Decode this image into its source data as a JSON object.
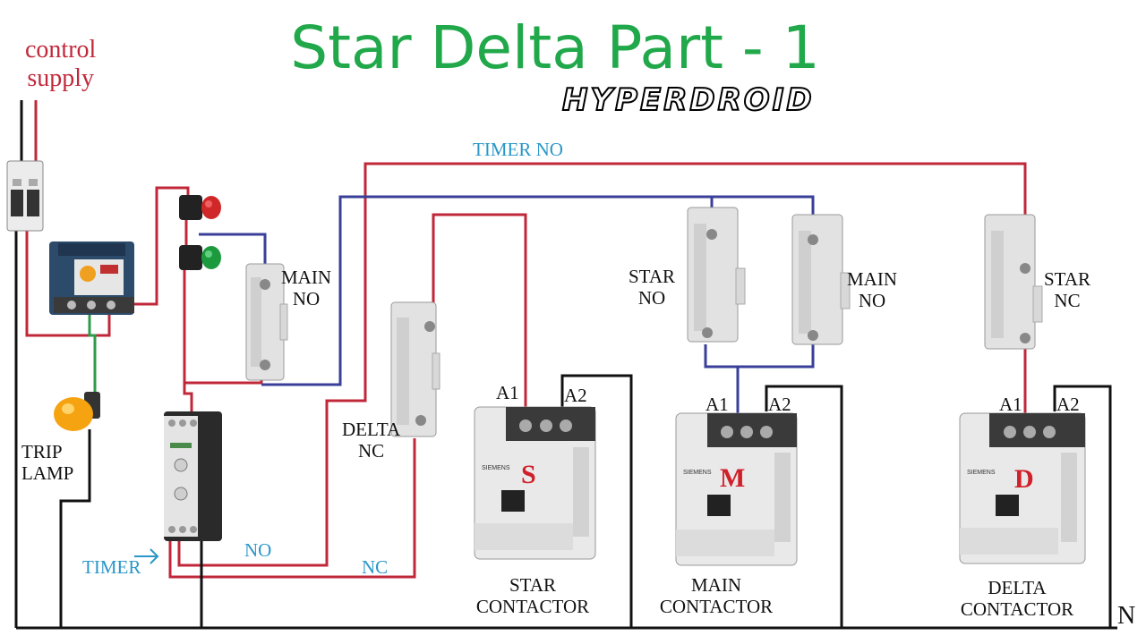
{
  "title": "Star Delta Part - 1",
  "brand": "HYPERDROID",
  "control_supply": {
    "line1": "control",
    "line2": "supply"
  },
  "labels": {
    "timer_no_top": "TIMER NO",
    "main_no_left": [
      "MAIN",
      "NO"
    ],
    "star_no": [
      "STAR",
      "NO"
    ],
    "main_no_right": [
      "MAIN",
      "NO"
    ],
    "star_nc": [
      "STAR",
      "NC"
    ],
    "delta_nc": [
      "DELTA",
      "NC"
    ],
    "trip_lamp": [
      "TRIP",
      "LAMP"
    ],
    "timer": "TIMER",
    "no_bottom": "NO",
    "nc_bottom": "NC",
    "neutral": "N"
  },
  "contactors": [
    {
      "letter": "S",
      "name": [
        "STAR",
        "CONTACTOR"
      ],
      "a1": "A1",
      "a2": "A2",
      "brand": "SIEMENS"
    },
    {
      "letter": "M",
      "name": [
        "MAIN",
        "CONTACTOR"
      ],
      "a1": "A1",
      "a2": "A2",
      "brand": "SIEMENS"
    },
    {
      "letter": "D",
      "name": [
        "DELTA",
        "CONTACTOR"
      ],
      "a1": "A1",
      "a2": "A2",
      "brand": "SIEMENS"
    }
  ],
  "colors": {
    "red_wire": "#c0283a",
    "blue_wire": "#3a3f9a",
    "black_wire": "#111111",
    "green_wire": "#2e9a4a",
    "title": "#21a84a",
    "label_blue": "#2a97c8"
  }
}
